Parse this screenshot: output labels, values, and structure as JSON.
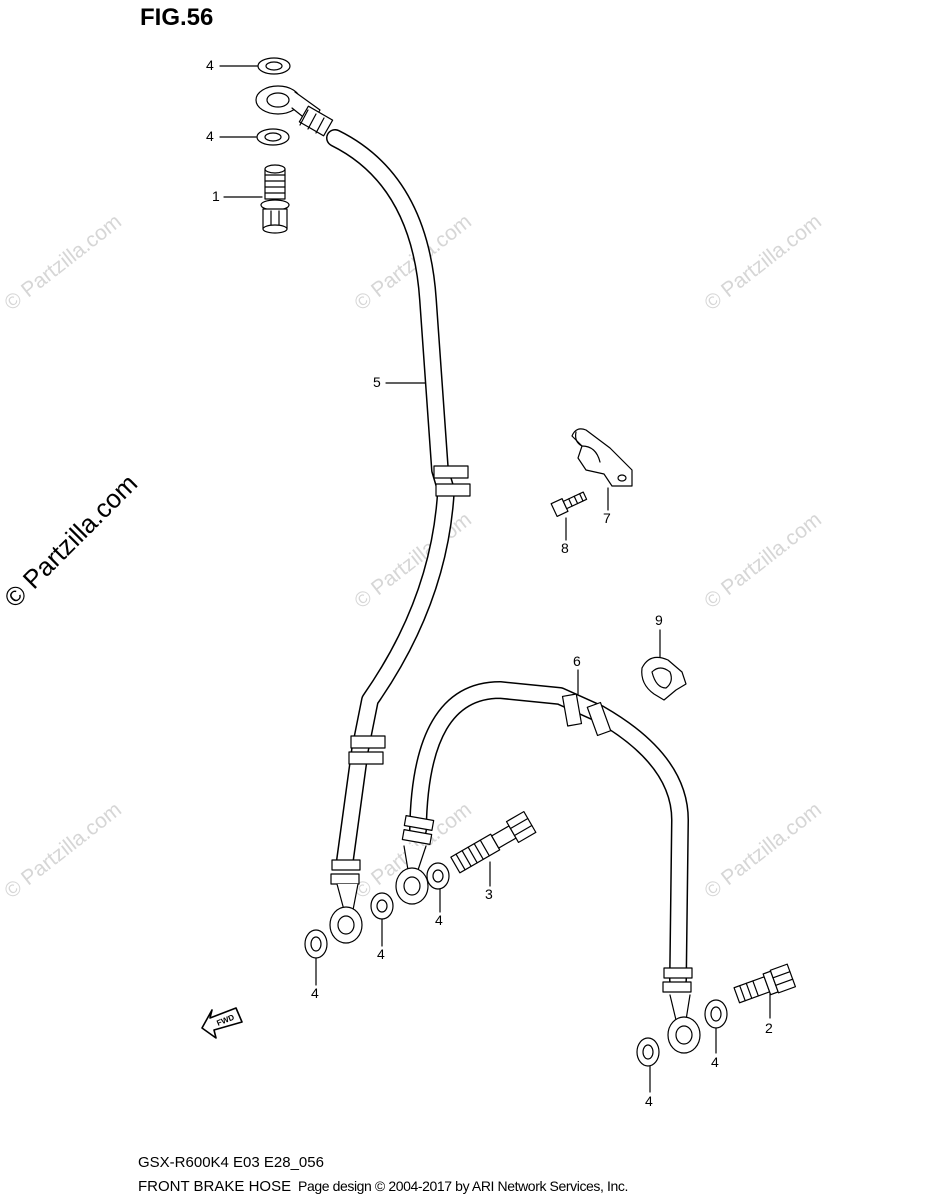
{
  "figure": {
    "title": "FIG.56"
  },
  "callouts": [
    {
      "id": "c4a",
      "label": "4"
    },
    {
      "id": "c4b",
      "label": "4"
    },
    {
      "id": "c1",
      "label": "1"
    },
    {
      "id": "c5",
      "label": "5"
    },
    {
      "id": "c7",
      "label": "7"
    },
    {
      "id": "c8",
      "label": "8"
    },
    {
      "id": "c9",
      "label": "9"
    },
    {
      "id": "c6",
      "label": "6"
    },
    {
      "id": "c3",
      "label": "3"
    },
    {
      "id": "c4c",
      "label": "4"
    },
    {
      "id": "c4d",
      "label": "4"
    },
    {
      "id": "c4e",
      "label": "4"
    },
    {
      "id": "c2",
      "label": "2"
    },
    {
      "id": "c4f",
      "label": "4"
    },
    {
      "id": "c4g",
      "label": "4"
    }
  ],
  "fwd_arrow": {
    "label": "FWD"
  },
  "watermark": {
    "text": "© Partzilla.com"
  },
  "footer": {
    "model_code": "GSX-R600K4 E03 E28_056",
    "part_name": "FRONT BRAKE  HOSE",
    "copyright": "Page design © 2004-2017 by ARI Network Services, Inc."
  }
}
